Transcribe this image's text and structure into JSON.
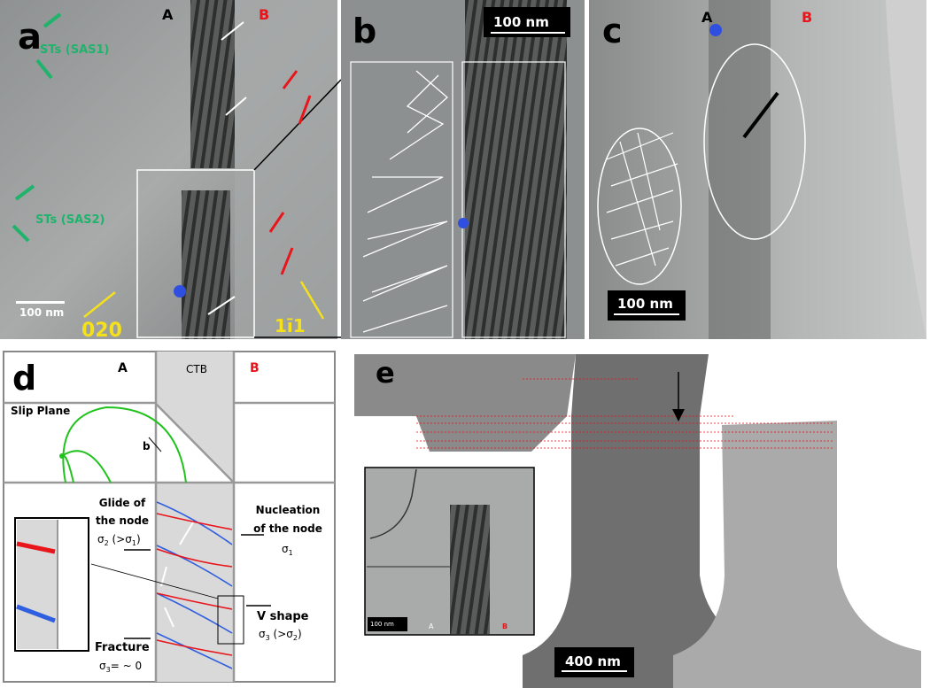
{
  "panel_a": {
    "letter": "a",
    "grain_a": "A",
    "grain_b": "B",
    "st1": "STs (SAS1)",
    "st2": "STs (SAS2)",
    "scale": "100 nm",
    "dir1": "020",
    "dir2": "1ī1"
  },
  "panel_b": {
    "letter": "b",
    "scale": "100 nm"
  },
  "panel_c": {
    "letter": "c",
    "grain_a": "A",
    "grain_b": "B",
    "scale": "100 nm"
  },
  "panel_d": {
    "letter": "d",
    "grain_a": "A",
    "ctb": "CTB",
    "grain_b": "B",
    "slip_plane": "Slip Plane",
    "burgers": "b",
    "glide_1": "Glide of",
    "glide_2": "the node",
    "glide_sigma": "σ",
    "glide_sub": "2",
    "glide_rel": " (>σ",
    "glide_rel_sub": "1",
    "glide_close": ")",
    "nucl_1": "Nucleation",
    "nucl_2": "of the node",
    "nucl_sigma": "σ",
    "nucl_sub": "1",
    "v_shape": "V shape",
    "v_sigma": "σ",
    "v_sub": "3",
    "v_rel": " (>σ",
    "v_rel_sub": "2",
    "v_close": ")",
    "fracture": "Fracture",
    "frac_sigma": "σ",
    "frac_sub": "3",
    "frac_val": "= ~ 0"
  },
  "panel_e": {
    "letter": "e",
    "scale": "400 nm",
    "inset_scale": "100 nm",
    "inset_a": "A",
    "inset_b": "B"
  },
  "colors": {
    "red": "#e8151b",
    "green": "#1fb36b",
    "yellow": "#f5e11a",
    "blue": "#2f4fe0"
  }
}
